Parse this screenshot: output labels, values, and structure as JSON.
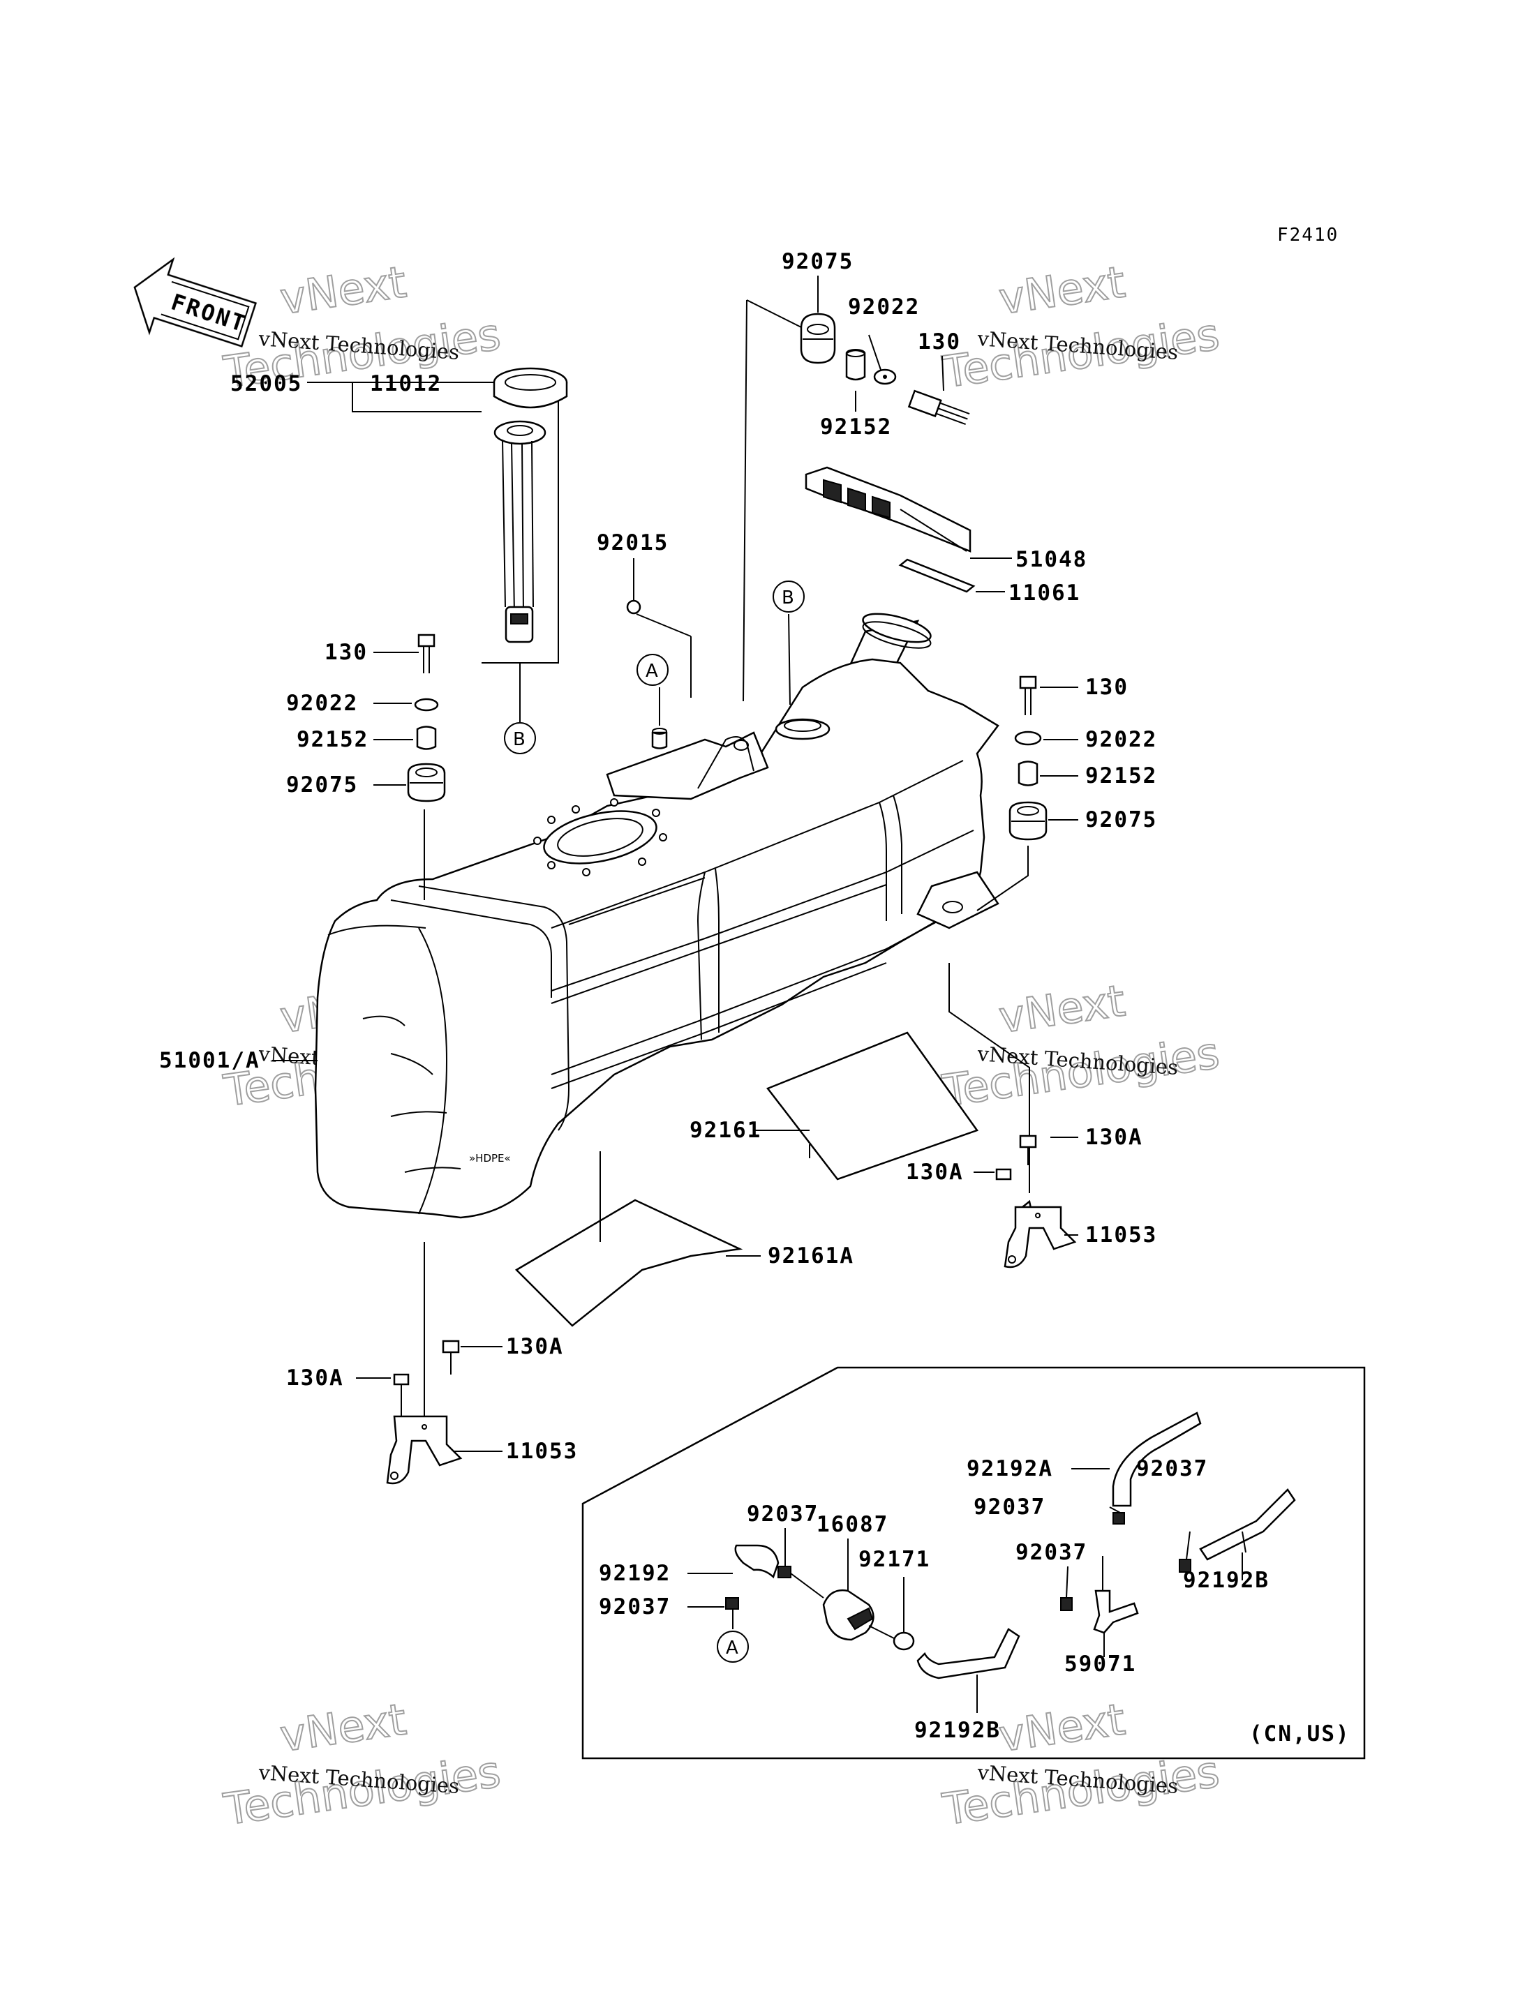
{
  "diagram_code": "F2410",
  "front_label": "FRONT",
  "region_label": "(CN,US)",
  "watermark": {
    "line1": "vNext Technologies",
    "line2": "vNext",
    "line3": "Technologies"
  },
  "callouts": {
    "a": "A",
    "b": "B"
  },
  "labels": {
    "p52005": "52005",
    "p11012": "11012",
    "p92075_top": "92075",
    "p92022_top": "92022",
    "p130_top": "130",
    "p92152_top": "92152",
    "p51048": "51048",
    "p11061": "11061",
    "p92015": "92015",
    "p130_left": "130",
    "p92022_left": "92022",
    "p92152_left": "92152",
    "p92075_left": "92075",
    "p130_right": "130",
    "p92022_right": "92022",
    "p92152_right": "92152",
    "p92075_right": "92075",
    "p51001": "51001/A",
    "p92161": "92161",
    "p130A_r1": "130A",
    "p130A_r2": "130A",
    "p11053_right": "11053",
    "p92161A": "92161A",
    "p130A_l1": "130A",
    "p130A_l2": "130A",
    "p11053_left": "11053",
    "p92192A": "92192A",
    "p92037_a": "92037",
    "p92037_b": "92037",
    "p92037_c": "92037",
    "p16087": "16087",
    "p92171": "92171",
    "p92192": "92192",
    "p92037_d": "92037",
    "p92037_e": "92037",
    "p92192B_r": "92192B",
    "p59071": "59071",
    "p92192B_b": "92192B"
  }
}
